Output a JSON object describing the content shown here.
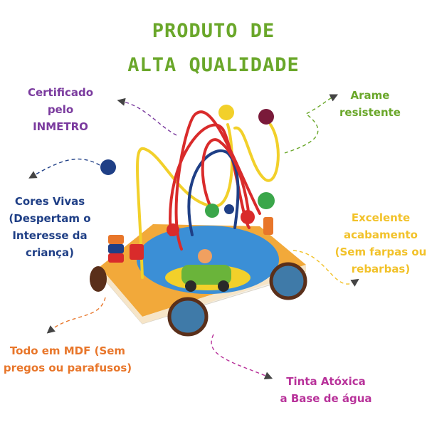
{
  "title": {
    "line1": "PRODUTO DE",
    "line2": "ALTA QUALIDADE"
  },
  "features": {
    "certificado": {
      "lines": [
        "Certificado",
        "pelo INMETRO"
      ],
      "color": "#7a3a9e"
    },
    "arame": {
      "lines": [
        "Arame",
        "resistente"
      ],
      "color": "#6aa72a"
    },
    "cores": {
      "lines": [
        "Cores Vivas",
        "(Despertam o",
        "Interesse da",
        "criança)"
      ],
      "color": "#1f3f86"
    },
    "acabamento": {
      "lines": [
        "Excelente",
        "acabamento",
        "(Sem farpas ou",
        "rebarbas)"
      ],
      "color": "#f2c22a"
    },
    "mdf": {
      "lines": [
        "Todo em MDF (Sem",
        "pregos ou parafusos)"
      ],
      "color": "#e8762a"
    },
    "tinta": {
      "lines": [
        "Tinta Atóxica",
        "a Base de água"
      ],
      "color": "#b8329a"
    }
  },
  "colors": {
    "title": "#6aa72a",
    "red": "#d92b2b",
    "yellow": "#f2d02a",
    "blue": "#1f3f86",
    "green": "#3aa64a",
    "orange": "#f29a2a",
    "wheel": "#3f7aa8"
  },
  "icons": [
    "dashed-arrow",
    "wooden-bead-maze-toy"
  ]
}
